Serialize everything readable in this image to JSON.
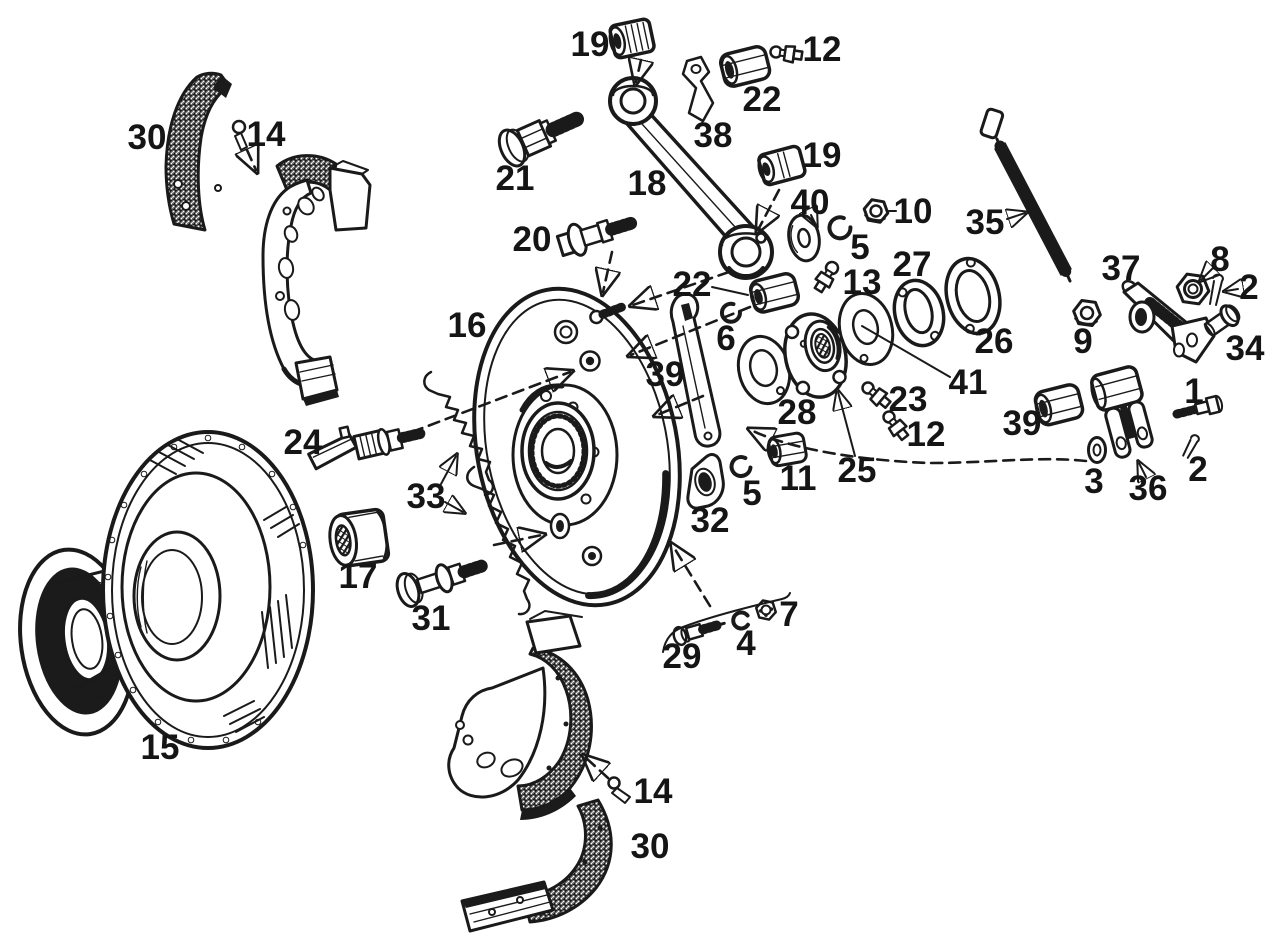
{
  "diagram": {
    "type": "exploded-parts-diagram",
    "subject": "drum brake assembly",
    "background": "#ffffff",
    "ink": "#1a1a1a",
    "callouts": [
      {
        "id": "30-upper",
        "number": "30"
      },
      {
        "id": "14-upper",
        "number": "14"
      },
      {
        "id": "19-upper",
        "number": "19"
      },
      {
        "id": "12-upper",
        "number": "12"
      },
      {
        "id": "22-upper",
        "number": "22"
      },
      {
        "id": "38",
        "number": "38"
      },
      {
        "id": "21",
        "number": "21"
      },
      {
        "id": "18",
        "number": "18"
      },
      {
        "id": "20",
        "number": "20"
      },
      {
        "id": "19-lower",
        "number": "19"
      },
      {
        "id": "40",
        "number": "40"
      },
      {
        "id": "10",
        "number": "10"
      },
      {
        "id": "5-upper",
        "number": "5"
      },
      {
        "id": "35",
        "number": "35"
      },
      {
        "id": "37",
        "number": "37"
      },
      {
        "id": "8",
        "number": "8"
      },
      {
        "id": "2-upper",
        "number": "2"
      },
      {
        "id": "34",
        "number": "34"
      },
      {
        "id": "9",
        "number": "9"
      },
      {
        "id": "26",
        "number": "26"
      },
      {
        "id": "27",
        "number": "27"
      },
      {
        "id": "13",
        "number": "13"
      },
      {
        "id": "22-lower",
        "number": "22"
      },
      {
        "id": "6",
        "number": "6"
      },
      {
        "id": "16",
        "number": "16"
      },
      {
        "id": "39-lever",
        "number": "39"
      },
      {
        "id": "28",
        "number": "28"
      },
      {
        "id": "41",
        "number": "41"
      },
      {
        "id": "23",
        "number": "23"
      },
      {
        "id": "12-middle",
        "number": "12"
      },
      {
        "id": "25",
        "number": "25"
      },
      {
        "id": "11",
        "number": "11"
      },
      {
        "id": "5-lower",
        "number": "5"
      },
      {
        "id": "32",
        "number": "32"
      },
      {
        "id": "39-nut",
        "number": "39"
      },
      {
        "id": "36",
        "number": "36"
      },
      {
        "id": "1",
        "number": "1"
      },
      {
        "id": "2-lower",
        "number": "2"
      },
      {
        "id": "3",
        "number": "3"
      },
      {
        "id": "24",
        "number": "24"
      },
      {
        "id": "33",
        "number": "33"
      },
      {
        "id": "17",
        "number": "17"
      },
      {
        "id": "31",
        "number": "31"
      },
      {
        "id": "15",
        "number": "15"
      },
      {
        "id": "29",
        "number": "29"
      },
      {
        "id": "4",
        "number": "4"
      },
      {
        "id": "7",
        "number": "7"
      },
      {
        "id": "14-lower",
        "number": "14"
      },
      {
        "id": "30-lower",
        "number": "30"
      }
    ]
  }
}
